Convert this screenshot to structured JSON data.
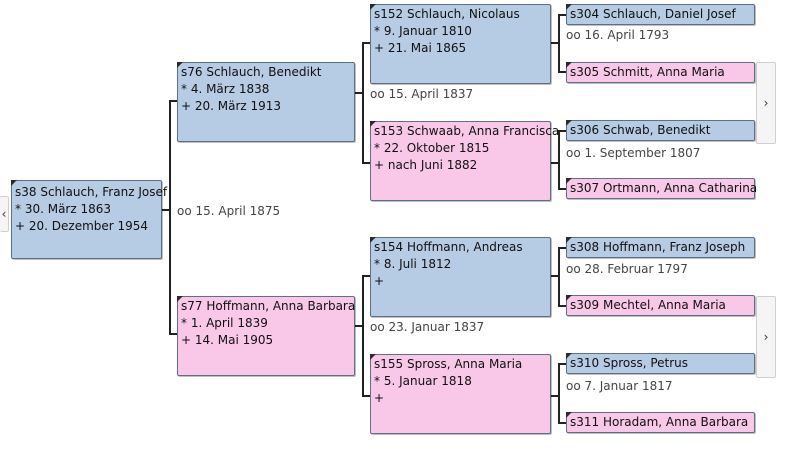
{
  "persons": {
    "p38": {
      "name": "s38 Schlauch, Franz Josef",
      "birth": "* 30. März 1863",
      "death": "+ 20. Dezember 1954"
    },
    "p76": {
      "name": "s76 Schlauch, Benedikt",
      "birth": "* 4. März 1838",
      "death": "+ 20. März 1913"
    },
    "p77": {
      "name": "s77 Hoffmann, Anna Barbara",
      "birth": "* 1. April 1839",
      "death": "+ 14. Mai 1905"
    },
    "p152": {
      "name": "s152 Schlauch, Nicolaus",
      "birth": "* 9. Januar 1810",
      "death": "+ 21. Mai 1865"
    },
    "p153": {
      "name": "s153 Schwaab, Anna Francisca",
      "birth": "* 22. Oktober 1815",
      "death": "+ nach Juni 1882"
    },
    "p154": {
      "name": "s154 Hoffmann, Andreas",
      "birth": "* 8. Juli 1812",
      "death": "+"
    },
    "p155": {
      "name": "s155 Spross, Anna Maria",
      "birth": "* 5. Januar 1818",
      "death": "+"
    },
    "p304": {
      "name": "s304 Schlauch, Daniel Josef"
    },
    "p305": {
      "name": "s305 Schmitt, Anna Maria"
    },
    "p306": {
      "name": "s306 Schwab, Benedikt"
    },
    "p307": {
      "name": "s307 Ortmann, Anna Catharina"
    },
    "p308": {
      "name": "s308 Hoffmann, Franz Joseph"
    },
    "p309": {
      "name": "s309 Mechtel, Anna Maria"
    },
    "p310": {
      "name": "s310 Spross, Petrus"
    },
    "p311": {
      "name": "s311 Horadam, Anna Barbara"
    }
  },
  "marriages": {
    "m38": "oo 15. April 1875",
    "m76": "oo 15. April 1837",
    "m77": "oo 23. Januar 1837",
    "m152": "oo 16. April 1793",
    "m153": "oo 1. September 1807",
    "m154": "oo 28. Februar 1797",
    "m155": "oo 7. Januar 1817"
  },
  "nav": {
    "back": "‹",
    "forward_top": "›",
    "forward_bottom": "›"
  },
  "colors": {
    "male": "#b6cbe4",
    "female": "#f9c8e8",
    "line": "#222222"
  }
}
